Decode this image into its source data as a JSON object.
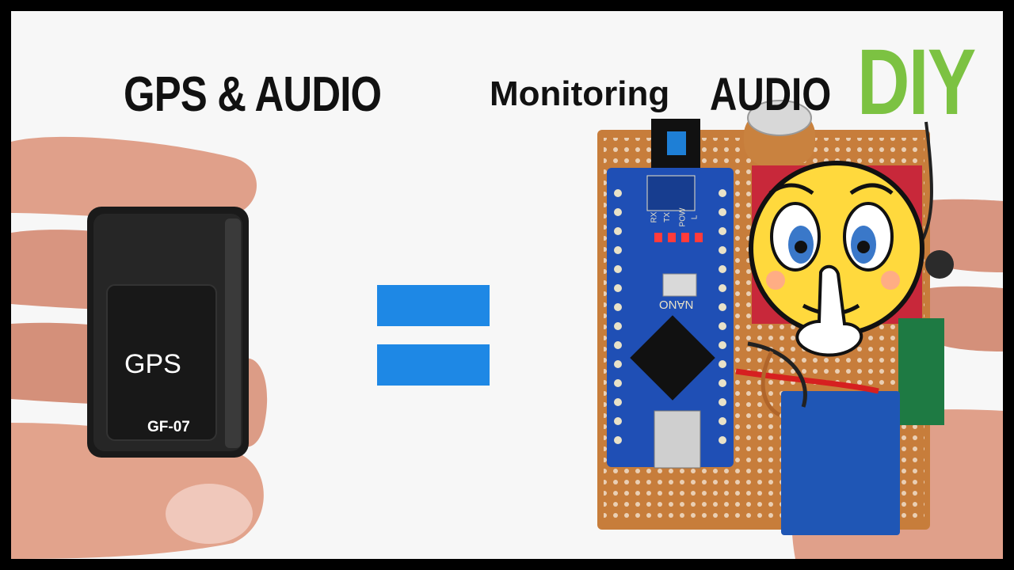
{
  "headline": {
    "left": "GPS & AUDIO",
    "monitoring": "Monitoring",
    "audio": "AUDIO",
    "diy": "DIY"
  },
  "device": {
    "label": "GPS",
    "model": "GF-07"
  },
  "board": {
    "name": "NANO",
    "leds": [
      "RX",
      "TX",
      "POW",
      "L"
    ]
  },
  "colors": {
    "diy": "#7cc242",
    "equals": "#1e88e5",
    "pcb": "#c77d3b",
    "nano": "#1f4fb5",
    "emoji": "#ffd93d"
  }
}
